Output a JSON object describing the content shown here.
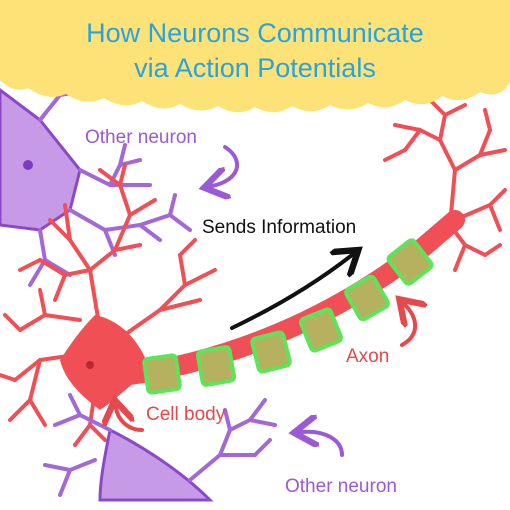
{
  "title": {
    "line1": "How Neurons Communicate",
    "line2": "via Action Potentials"
  },
  "labels": {
    "other_neuron_top": "Other neuron",
    "sends_information": "Sends Information",
    "axon": "Axon",
    "cell_body": "Cell body",
    "other_neuron_bottom": "Other neuron"
  },
  "colors": {
    "title_banner": "#fde278",
    "title_text": "#29a3e0",
    "neuron_main": "#ef4f55",
    "other_neuron": "#a368d8",
    "other_neuron_fill": "#c79ae8",
    "myelin_fill": "#b6b15f",
    "myelin_border": "#5ee35b",
    "label_purple": "#9a5ad6",
    "label_red": "#e5484d",
    "label_black": "#111111"
  },
  "icons": [
    "curved-arrow-icon",
    "sends-information-arrow-icon"
  ]
}
